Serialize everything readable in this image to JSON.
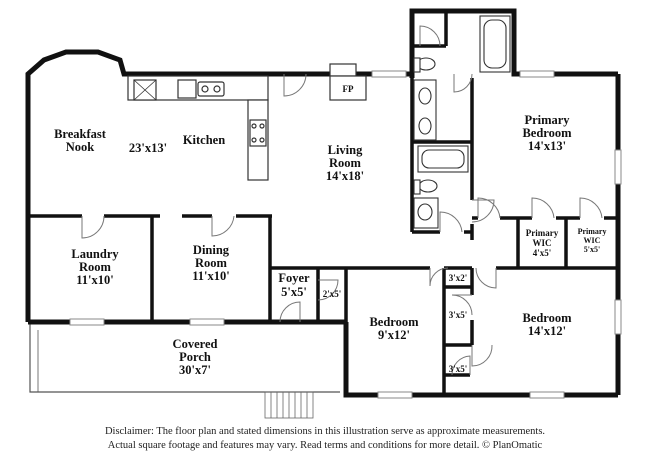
{
  "rooms": {
    "breakfast_nook": {
      "line1": "Breakfast",
      "line2": "Nook"
    },
    "kitchen_dim": {
      "line1": "23'x13'"
    },
    "kitchen": {
      "line1": "Kitchen"
    },
    "fireplace": {
      "line1": "FP"
    },
    "living_room": {
      "line1": "Living",
      "line2": "Room",
      "dim": "14'x18'"
    },
    "primary_bedroom": {
      "line1": "Primary",
      "line2": "Bedroom",
      "dim": "14'x13'"
    },
    "laundry_room": {
      "line1": "Laundry",
      "line2": "Room",
      "dim": "11'x10'"
    },
    "dining_room": {
      "line1": "Dining",
      "line2": "Room",
      "dim": "11'x10'"
    },
    "foyer": {
      "line1": "Foyer",
      "dim": "5'x5'"
    },
    "closet_foyer": {
      "dim": "2'x5'"
    },
    "primary_wic_1": {
      "line1": "Primary",
      "line2": "WIC",
      "dim": "4'x5'"
    },
    "primary_wic_2": {
      "line1": "Primary",
      "line2": "WIC",
      "dim": "5'x5'"
    },
    "closet_hall": {
      "dim": "3'x2'"
    },
    "closet_bed1": {
      "dim": "3'x5'"
    },
    "closet_bed2": {
      "dim": "3'x5'"
    },
    "bedroom_1": {
      "line1": "Bedroom",
      "dim": "9'x12'"
    },
    "bedroom_2": {
      "line1": "Bedroom",
      "dim": "14'x12'"
    },
    "covered_porch": {
      "line1": "Covered",
      "line2": "Porch",
      "dim": "30'x7'"
    }
  },
  "disclaimer": {
    "line1": "Disclaimer: The floor plan and stated dimensions in this illustration serve as approximate measurements.",
    "line2": "Actual square footage and features may vary. Read terms and conditions for more detail. © PlanOmatic"
  }
}
